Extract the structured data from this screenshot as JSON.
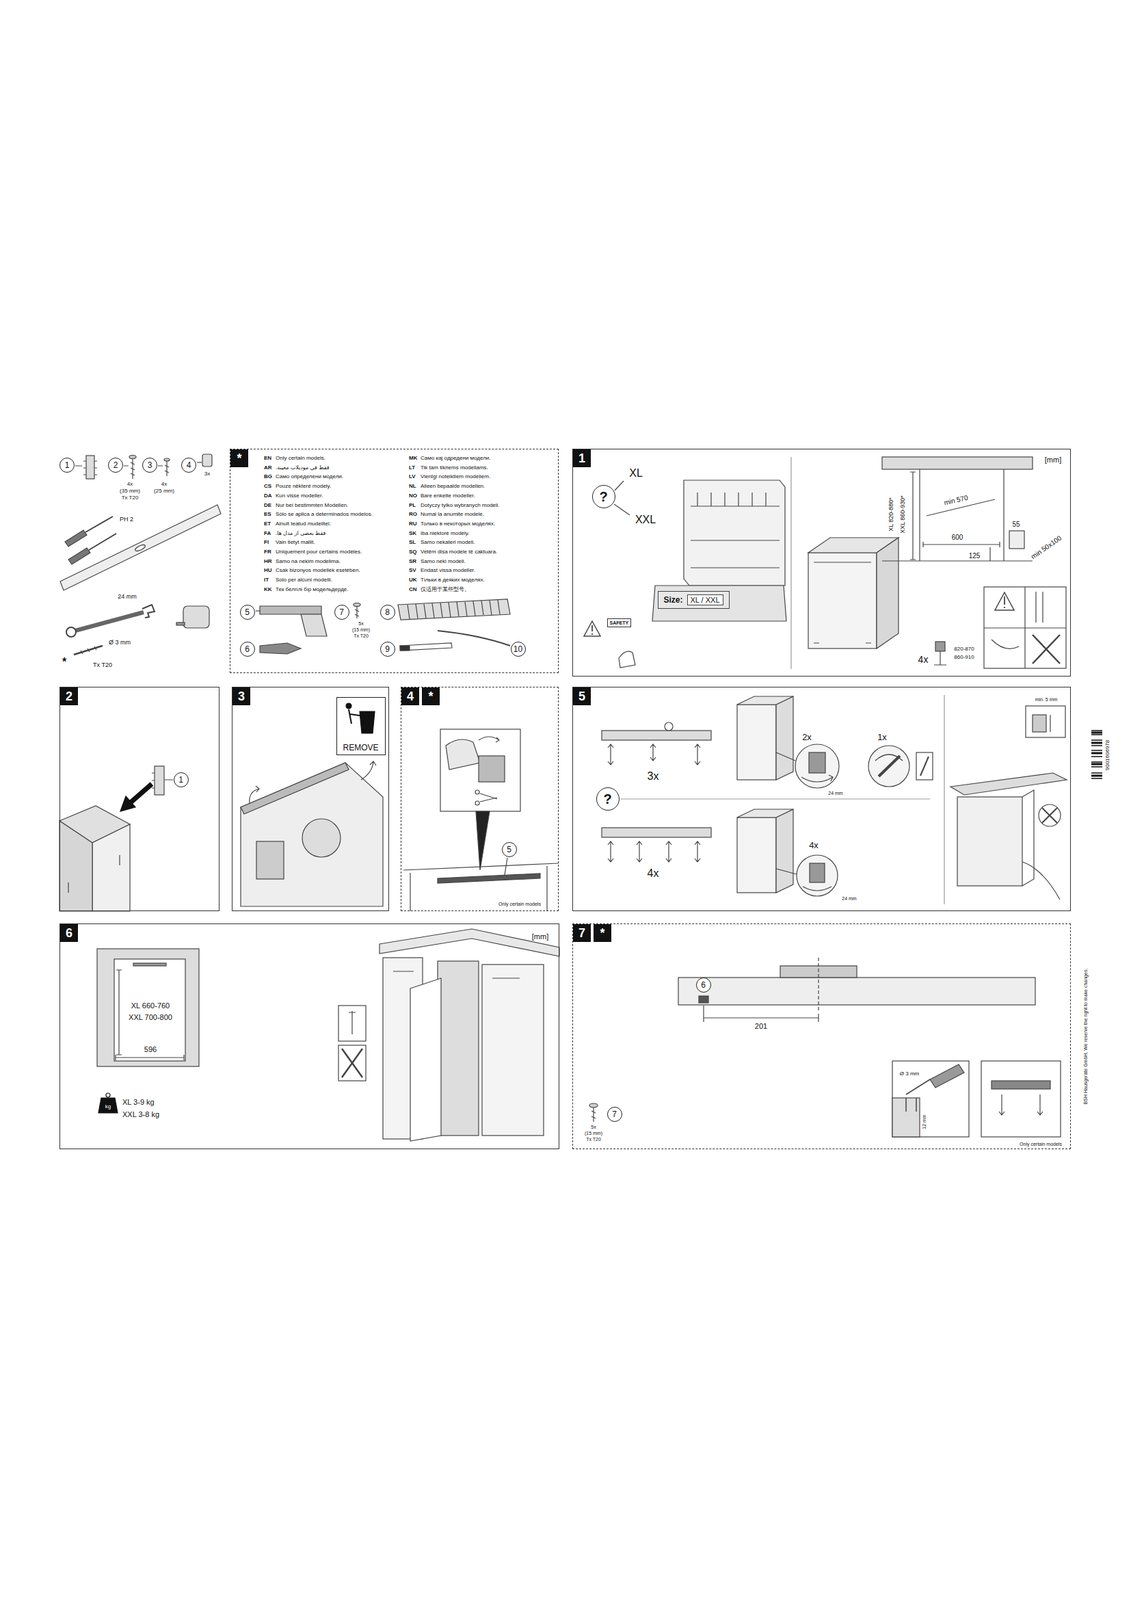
{
  "diagram": {
    "nodes": [
      {
        "text": [
          "1"
        ]
      },
      {
        "text": [
          "2"
        ]
      },
      {
        "text": [
          "3"
        ]
      },
      {
        "text": [
          "4"
        ]
      },
      {
        "text": [
          "*"
        ]
      },
      {
        "text": [
          "5"
        ],
        "in": 4
      },
      {
        "text": [
          "6"
        ],
        "in": 4
      },
      {
        "text": [
          "7"
        ],
        "in": 4
      },
      {
        "text": [
          "8"
        ],
        "in": 4
      },
      {
        "text": [
          "9"
        ],
        "in": 4
      },
      {
        "text": [
          "10"
        ],
        "in": 4
      },
      {
        "text": [
          "1"
        ]
      },
      {
        "text": [
          "?"
        ],
        "in": 11
      },
      {
        "text": [
          "Size:",
          "XL / XXL"
        ],
        "in": 11
      },
      {
        "text": [
          "SAFETY"
        ],
        "in": 11
      },
      {
        "text": [
          "2"
        ]
      },
      {
        "text": [
          "1"
        ],
        "in": 15
      },
      {
        "text": [
          "3"
        ]
      },
      {
        "text": [
          "REMOVE"
        ],
        "in": 17
      },
      {
        "text": [
          "4",
          "*"
        ]
      },
      {
        "text": [
          "5"
        ],
        "in": 19
      },
      {
        "text": [
          "5"
        ]
      },
      {
        "text": [
          "?"
        ],
        "in": 21
      },
      {
        "text": [
          "6"
        ]
      },
      {
        "text": [
          "7",
          "*"
        ]
      },
      {
        "text": [
          "6"
        ],
        "in": 24
      },
      {
        "text": [
          "7"
        ],
        "in": 24
      }
    ],
    "labels": [
      "4x",
      "(35 mm)",
      "Tx T20",
      "4x",
      "(25 mm)",
      "3x",
      "PH 2",
      "24 mm",
      "Ø 3 mm",
      "Tx T20",
      "*",
      "EN",
      "Only certain models.",
      "AR",
      "فقط في موديلات معينة.",
      "BG",
      "Само определени модели.",
      "CS",
      "Pouze některé modely.",
      "DA",
      "Kun visse modeller.",
      "DE",
      "Nur bei bestimmten Modellen.",
      "ES",
      "Sólo se aplica a determinados modelos.",
      "ET",
      "Ainult teatud mudelitel.",
      "FA",
      "فقط بعضی از مدل ها.",
      "FI",
      "Vain tietyt mallit.",
      "FR",
      "Uniquement pour certains modèles.",
      "HR",
      "Samo na nekim modelima.",
      "HU",
      "Csak bizonyos modellek esetében.",
      "IT",
      "Solo per alcuni modelli.",
      "KK",
      "Тек белгілі бір модельдерде.",
      "MK",
      "Само кај одредени модели.",
      "LT",
      "Tik tam tikriems modeliams.",
      "LV",
      "Vienīgi noteiktiem modeļiem.",
      "NL",
      "Alleen bepaalde modellen.",
      "NO",
      "Bare enkelte modeller.",
      "PL",
      "Dotyczy tylko wybranych modeli.",
      "RO",
      "Numai la anumite modele.",
      "RU",
      "Только в некоторых моделях.",
      "SK",
      "Iba niektoré modely.",
      "SL",
      "Samo nekateri modeli.",
      "SQ",
      "Vetëm disa modele të caktuara.",
      "SR",
      "Samo neki modeli.",
      "SV",
      "Endast vissa modeller.",
      "UK",
      "Тільки в деяких моделях.",
      "CN",
      "仅适用于某些型号。",
      "5x",
      "(15 mm)",
      "Tx T20",
      "XL",
      "XXL",
      "[mm]",
      "XL 820-880*",
      "XXL 860-930*",
      "min 570",
      "600",
      "55",
      "min 50x100",
      "125",
      "4x",
      "820-870",
      "860-910",
      "Only certain models",
      "3x",
      "4x",
      "2x",
      "24 mm",
      "1x",
      "4x",
      "24 mm",
      "min. 5 mm",
      "[mm]",
      "XL 660-760",
      "XXL 700-800",
      "596",
      "kg",
      "XL 3-9 kg",
      "XXL 3-8 kg",
      "201",
      "5x",
      "(15 mm)",
      "Tx T20",
      "Ø 3 mm",
      "12 mm",
      "Only certain models",
      "9001606978",
      "BSH Hausgeräte GmbH, We reserve the right to make changes."
    ]
  }
}
